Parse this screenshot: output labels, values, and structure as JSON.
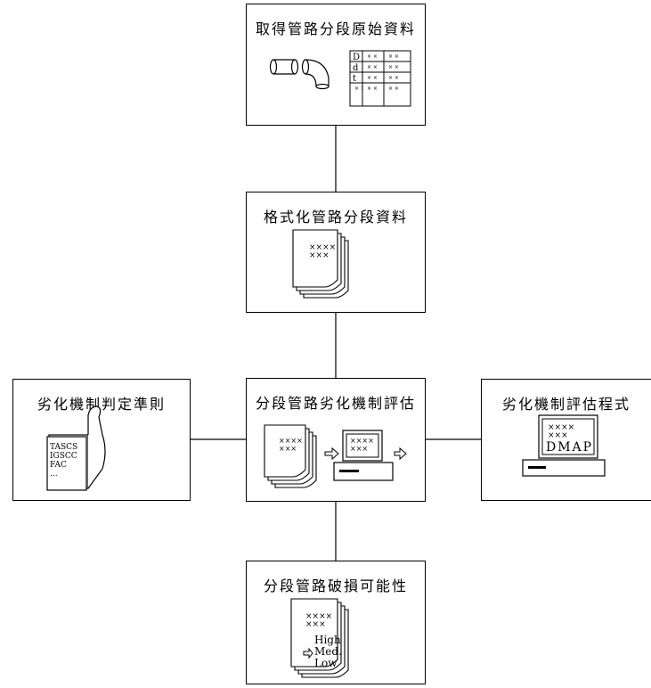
{
  "boxes": {
    "raw": {
      "title": "取得管路分段原始資料",
      "table_rows": [
        "D",
        "d",
        "t",
        ""
      ],
      "cell_mark": "× ×"
    },
    "format": {
      "title": "格式化管路分段資料",
      "doc_lines": [
        "××××",
        "×××"
      ]
    },
    "criteria": {
      "title": "劣化機制判定準則",
      "doc_lines": [
        "TASCS",
        "IGSCC",
        "FAC",
        "..."
      ]
    },
    "assess": {
      "title": "分段管路劣化機制評估",
      "doc_lines": [
        "××××",
        "×××"
      ],
      "screen_lines": [
        "××××",
        "×××"
      ]
    },
    "program": {
      "title": "劣化機制評估程式",
      "screen_lines": [
        "××××",
        "×××",
        "DMAP"
      ]
    },
    "result": {
      "title": "分段管路破損可能性",
      "doc_lines": [
        "××××",
        "×××"
      ],
      "levels": [
        "High",
        "Med.",
        "Low"
      ]
    }
  }
}
